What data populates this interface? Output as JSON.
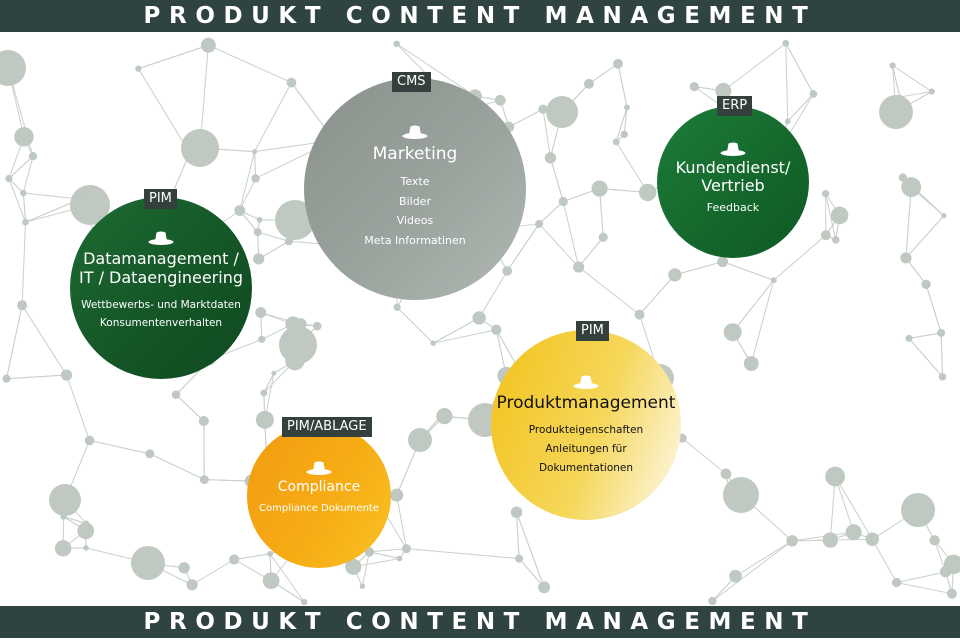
{
  "header": {
    "title": "PRODUKT CONTENT MANAGEMENT"
  },
  "footer": {
    "title": "PRODUKT CONTENT MANAGEMENT"
  },
  "colors": {
    "banner": "#2f4340",
    "tag": "#34403d",
    "network": "#bfc9c1",
    "marketing": "#9aa39d",
    "kundendienst": "#14662b",
    "datamanagement": "#145426",
    "produktmanagement": "#f6d75a",
    "compliance": "#f6ac14"
  },
  "icon": "hat-icon",
  "bubbles": {
    "marketing": {
      "tag": "CMS",
      "title": "Marketing",
      "items": [
        "Texte",
        "Bilder",
        "Videos",
        "Meta Informatinen"
      ]
    },
    "kundendienst": {
      "tag": "ERP",
      "title_lines": [
        "Kundendienst/",
        "Vertrieb"
      ],
      "items": [
        "Feedback"
      ]
    },
    "datamanagement": {
      "tag": "PIM",
      "title_lines": [
        "Datamanagement /",
        "IT / Dataengineering"
      ],
      "items": [
        "Wettbewerbs- und Marktdaten",
        "Konsumentenverhalten"
      ]
    },
    "produktmanagement": {
      "tag": "PIM",
      "title": "Produktmanagement",
      "items": [
        "Produkteigenschaften",
        "Anleitungen für",
        "Dokumentationen"
      ]
    },
    "compliance": {
      "tag": "PIM/ABLAGE",
      "title": "Compliance",
      "items": [
        "Compliance Dokumente"
      ]
    }
  }
}
